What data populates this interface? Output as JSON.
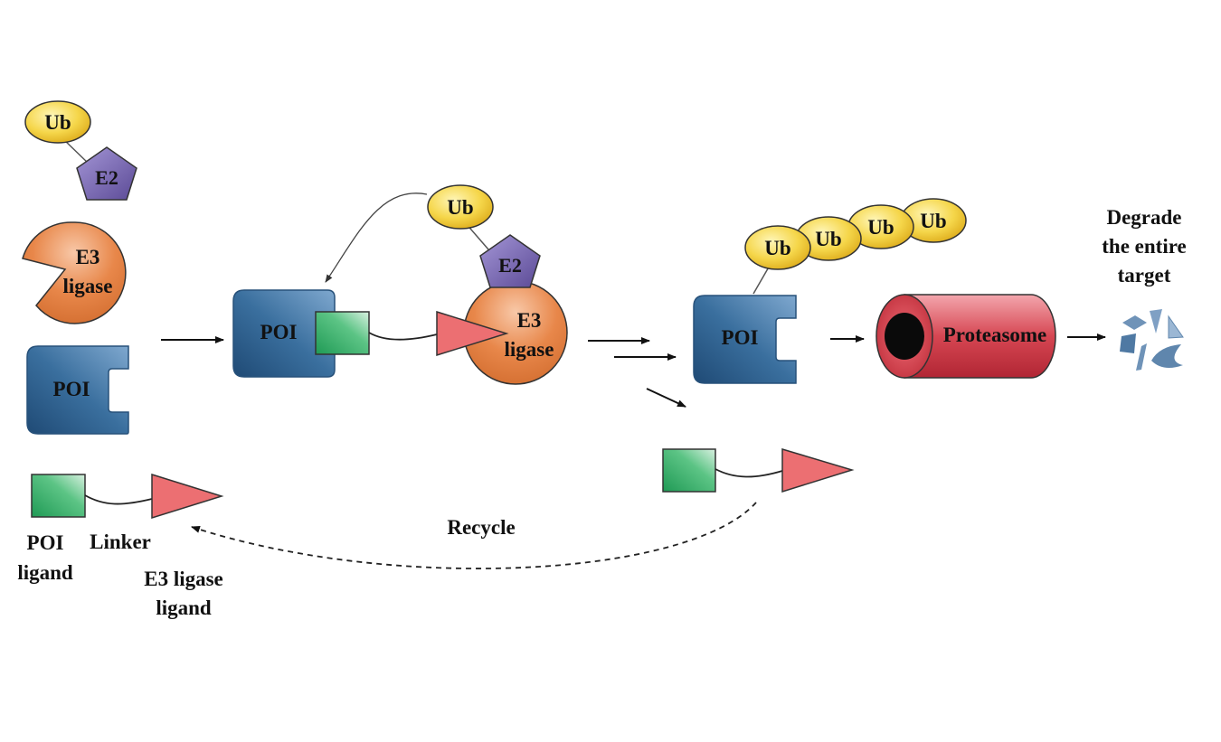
{
  "colors": {
    "ub_fill": "#f5d64a",
    "e2_fill": "#7a68b4",
    "e3_fill": "#e8874a",
    "poi_fill": "#3a6f9e",
    "poi_ligand_fill": "#3daf6a",
    "e3_ligand_fill": "#ec6f72",
    "proteasome_fill": "#d64652",
    "fragment_fill": "#6f93b8"
  },
  "labels": {
    "ub": "Ub",
    "e2": "E2",
    "e3_line1": "E3",
    "e3_line2": "ligase",
    "poi": "POI",
    "proteasome": "Proteasome",
    "legend_poi_ligand_line1": "POI",
    "legend_poi_ligand_line2": "ligand",
    "legend_linker": "Linker",
    "legend_e3_ligand_line1": "E3 ligase",
    "legend_e3_ligand_line2": "ligand",
    "recycle": "Recycle",
    "degrade_line1": "Degrade",
    "degrade_line2": "the entire",
    "degrade_line3": "target"
  }
}
